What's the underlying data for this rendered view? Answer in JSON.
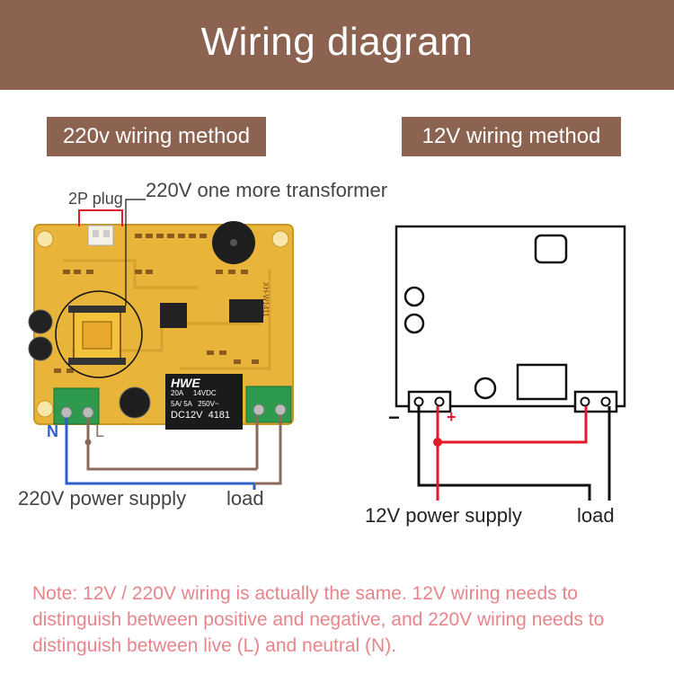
{
  "header": {
    "title": "Wiring diagram"
  },
  "left": {
    "method_label": "220v wiring method",
    "plug_label": "2P plug",
    "transformer_label": "220V one more transformer",
    "terminal_n": "N",
    "terminal_l": "L",
    "supply_label": "220V power supply",
    "load_label": "load",
    "board": {
      "relay_brand": "HWE",
      "relay_line1": "20A     14VDC",
      "relay_line2": "5A/ 5A   250V~",
      "relay_model": "DC12V  4181",
      "silk_text": "XH-W1411"
    }
  },
  "right": {
    "method_label": "12V wiring method",
    "minus_sign": "−",
    "plus_sign": "+",
    "supply_label": "12V power supply",
    "load_label": "load"
  },
  "note": "Note: 12V / 220V wiring is actually the same. 12V wiring needs to distinguish between positive and negative, and 220V wiring needs to distinguish between live (L) and neutral (N).",
  "colors": {
    "banner": "#8c6251",
    "pcb": "#e8b53a",
    "terminal": "#2e9a4d",
    "wire_blue": "#2f5fc8",
    "wire_brown": "#8a6a5a",
    "wire_red": "#e01b2a",
    "wire_black": "#111111",
    "note_text": "#e8858a"
  }
}
